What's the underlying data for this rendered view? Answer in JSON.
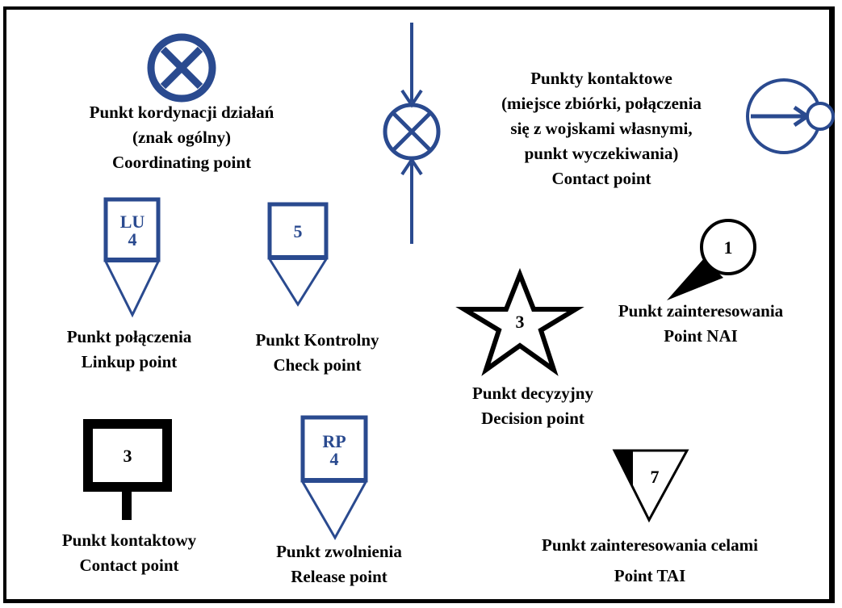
{
  "colors": {
    "blue": "#2a4a8f",
    "black": "#000000"
  },
  "symbols": {
    "coordinating_point": {
      "lines": [
        "Punkt kordynacji działań",
        "(znak ogólny)",
        "Coordinating point"
      ]
    },
    "coordination_arrows": {},
    "contact_points": {
      "lines": [
        "Punkty  kontaktowe",
        "(miejsce zbiórki, połączenia",
        "się z wojskami własnymi,",
        "punkt wyczekiwania)",
        "Contact  point"
      ]
    },
    "linkup_point": {
      "code": "LU",
      "number": "4",
      "lines": [
        "Punkt połączenia",
        "Linkup point"
      ]
    },
    "check_point": {
      "number": "5",
      "lines": [
        "Punkt Kontrolny",
        "Check point"
      ]
    },
    "nai_point": {
      "number": "1",
      "lines": [
        "Punkt zainteresowania",
        "Point NAI"
      ]
    },
    "decision_point": {
      "number": "3",
      "lines": [
        "Punkt decyzyjny",
        "Decision point"
      ]
    },
    "contact_point_post": {
      "number": "3",
      "lines": [
        "Punkt kontaktowy",
        "Contact  point"
      ]
    },
    "release_point": {
      "code": "RP",
      "number": "4",
      "lines": [
        "Punkt  zwolnienia",
        "Release point"
      ]
    },
    "tai_point": {
      "number": "7",
      "lines": [
        "Punkt  zainteresowania celami",
        "Point TAI"
      ]
    }
  }
}
